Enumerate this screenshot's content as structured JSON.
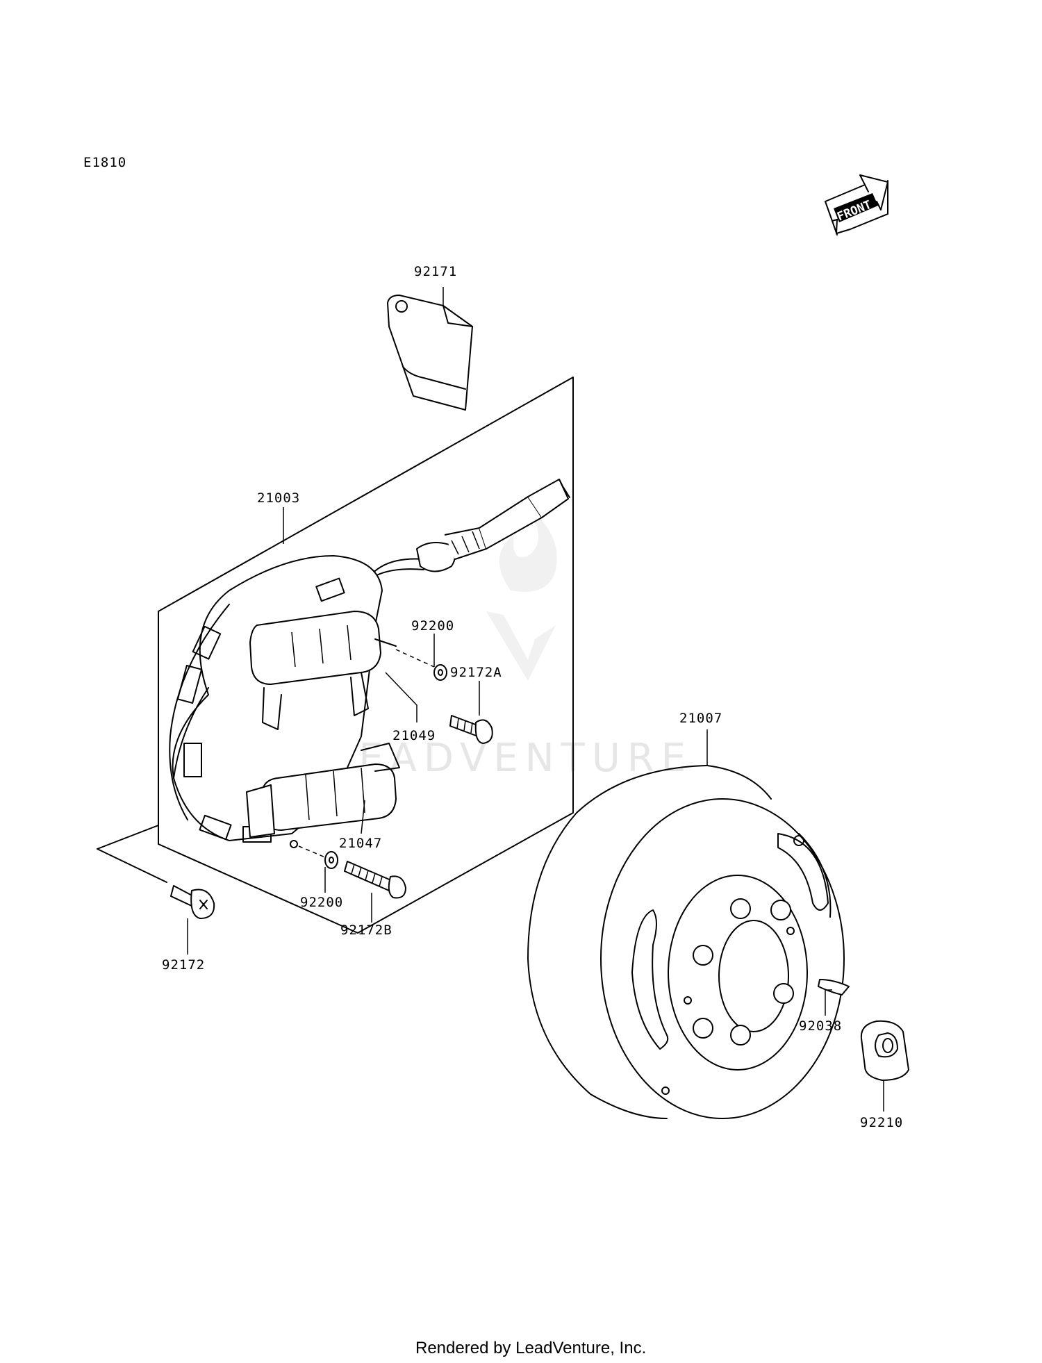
{
  "diagram_code": "E1810",
  "front_label": "FRONT",
  "watermark": "LEADVENTURE",
  "footer": "Rendered by LeadVenture, Inc.",
  "parts": {
    "p92171": "92171",
    "p21003": "21003",
    "p92200a": "92200",
    "p92172A": "92172A",
    "p21049": "21049",
    "p21047": "21047",
    "p92200b": "92200",
    "p92172B": "92172B",
    "p92172": "92172",
    "p21007": "21007",
    "p92038": "92038",
    "p92210": "92210"
  }
}
